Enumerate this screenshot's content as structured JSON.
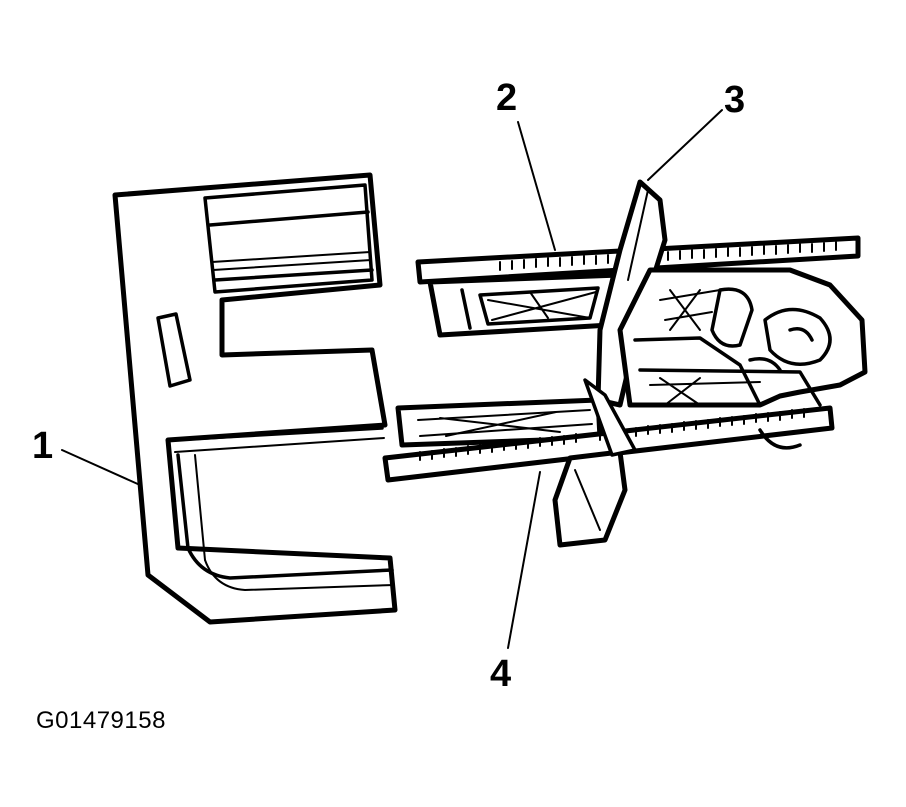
{
  "callouts": {
    "c1": "1",
    "c2": "2",
    "c3": "3",
    "c4": "4"
  },
  "figure_id": "G01479158",
  "colors": {
    "ink": "#000000",
    "paper": "#ffffff"
  }
}
